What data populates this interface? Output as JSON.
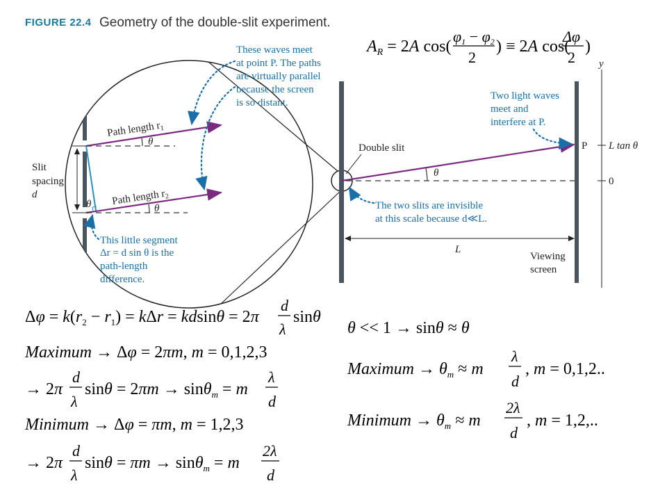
{
  "figure": {
    "label": "FIGURE 22.4",
    "caption": "Geometry of the double-slit experiment."
  },
  "diagram": {
    "inset_top_annotation": [
      "These waves meet",
      "at point P. The paths",
      "are virtually parallel",
      "because the screen",
      "is so distant."
    ],
    "path_length_1": "Path length r",
    "path_length_1_sub": "1",
    "path_length_2": "Path length r",
    "path_length_2_sub": "2",
    "theta": "θ",
    "slit_spacing": [
      "Slit",
      "spacing",
      "d"
    ],
    "segment_annotation": [
      "This little segment",
      "Δr = d sin θ is the",
      "path-length",
      "difference."
    ],
    "double_slit_label": "Double slit",
    "invisible_annotation": [
      "The two slits are invisible",
      "at this scale because d≪L."
    ],
    "meet_annotation": [
      "Two light waves",
      "meet and",
      "interfere at P."
    ],
    "point_p": "P",
    "y_axis": "y",
    "ltan": "L tan θ",
    "zero": "0",
    "L": "L",
    "viewing_screen": [
      "Viewing",
      "screen"
    ]
  },
  "equations": {
    "amplitude": "A_R = 2A cos((φ₁ − φ₂)/2) ≡ 2A cos(Δφ/2)",
    "phase_diff": "Δφ = k(r₂ − r₁) = kΔr = kd sin θ = 2π (d/λ) sin θ",
    "max_cond": "Maximum → Δφ = 2πm, m = 0,1,2,3",
    "max_result": "→ 2π (d/λ) sin θ = 2πm → sin θ_m = m (λ/d)",
    "min_cond": "Minimum → Δφ = πm, m = 1,2,3",
    "min_result": "→ 2π (d/λ) sin θ = πm → sin θ_m = m (2λ/d)",
    "small_angle": "θ << 1 → sin θ ≈ θ",
    "max_approx": "Maximum → θ_m ≈ m (λ/d), m = 0,1,2..",
    "min_approx": "Minimum → θ_m ≈ m (2λ/d), m = 1,2,.."
  },
  "colors": {
    "ray": "#7b2a82",
    "annotation": "#1a6fa8",
    "caption": "#1a7a9c",
    "barrier": "#4a5560"
  }
}
